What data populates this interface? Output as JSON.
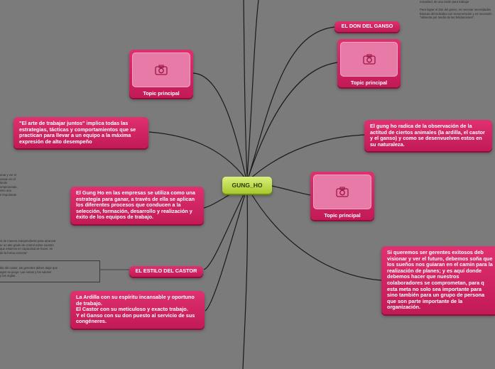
{
  "central": {
    "label": "GUNG_HO"
  },
  "topics": {
    "don_del_ganso": "EL DON DEL GANSO",
    "topic_principal": "Topic principal",
    "arte_trabajar": "\"El arte de trabajar juntos\" implica todas las estrategias, tácticas y comportamientos que se practican para llevar a un equipo a la máxima expresión de alto desempeño",
    "gung_ho_radica": "El gung ho radica de la observación de la actitud de ciertos animales (la ardilla, el castor y el ganso) y como se desenvuelven estos en su naturaleza.",
    "gung_ho_empresas": "El Gung Ho en las empresas se utiliza como una estrategia para ganar, a través de ella se aplican los diferentes procesos que conducen a la selección, formación, desarrollo y realización y éxito de los equipos de trabajo.",
    "estilo_castor": "EL ESTILO DEL CASTOR",
    "animales": "La Ardilla con su espíritu incansable y oportuno de trabajo.\nEl Castor con su meticuloso y exacto trabajo.\nY el Ganso con su don puesto al servicio de sus congéneres.",
    "gerentes": "Si queremos ser gerentes exitosos deb visionar y ver el futuro, debemos soña que los sueños nos guiaran en el camin para la realización de planes; y es aquí donde debemos hacer que nuestros colaboradores se comprometan, para q esta meta no solo sea importante para sino también para un grupo de persona que son parte importante de la organización."
  },
  "side_notes": {
    "ganso_top": "remarked, de una razón para trabajar\n\nPara lograr el don del ganso, es necesar necesidades básicas del individuo con remuneración y es necesario \"alimenta por medio de las felicitaciones\".",
    "left_mid": "onar y ver el\nuiaran en el\nlonde\nomprometan,\nsino una\nn importante",
    "castor_a": "ol de manera independiente para alcanzar\ner un alto grado de control sobre nuestro\n que estamos en capacidad de hacer, es\nde la forma correcta\"",
    "castor_b": "tilo del castor, los gerentes deben dejar que\nagen su juego. Las metas y los valores\ny las reglas."
  },
  "icons": {
    "picture": "camera-icon"
  },
  "colors": {
    "background": "#7b7b7b",
    "topic": "#d42564",
    "central": "#c5e04c",
    "connector": "#1a1a1a"
  }
}
